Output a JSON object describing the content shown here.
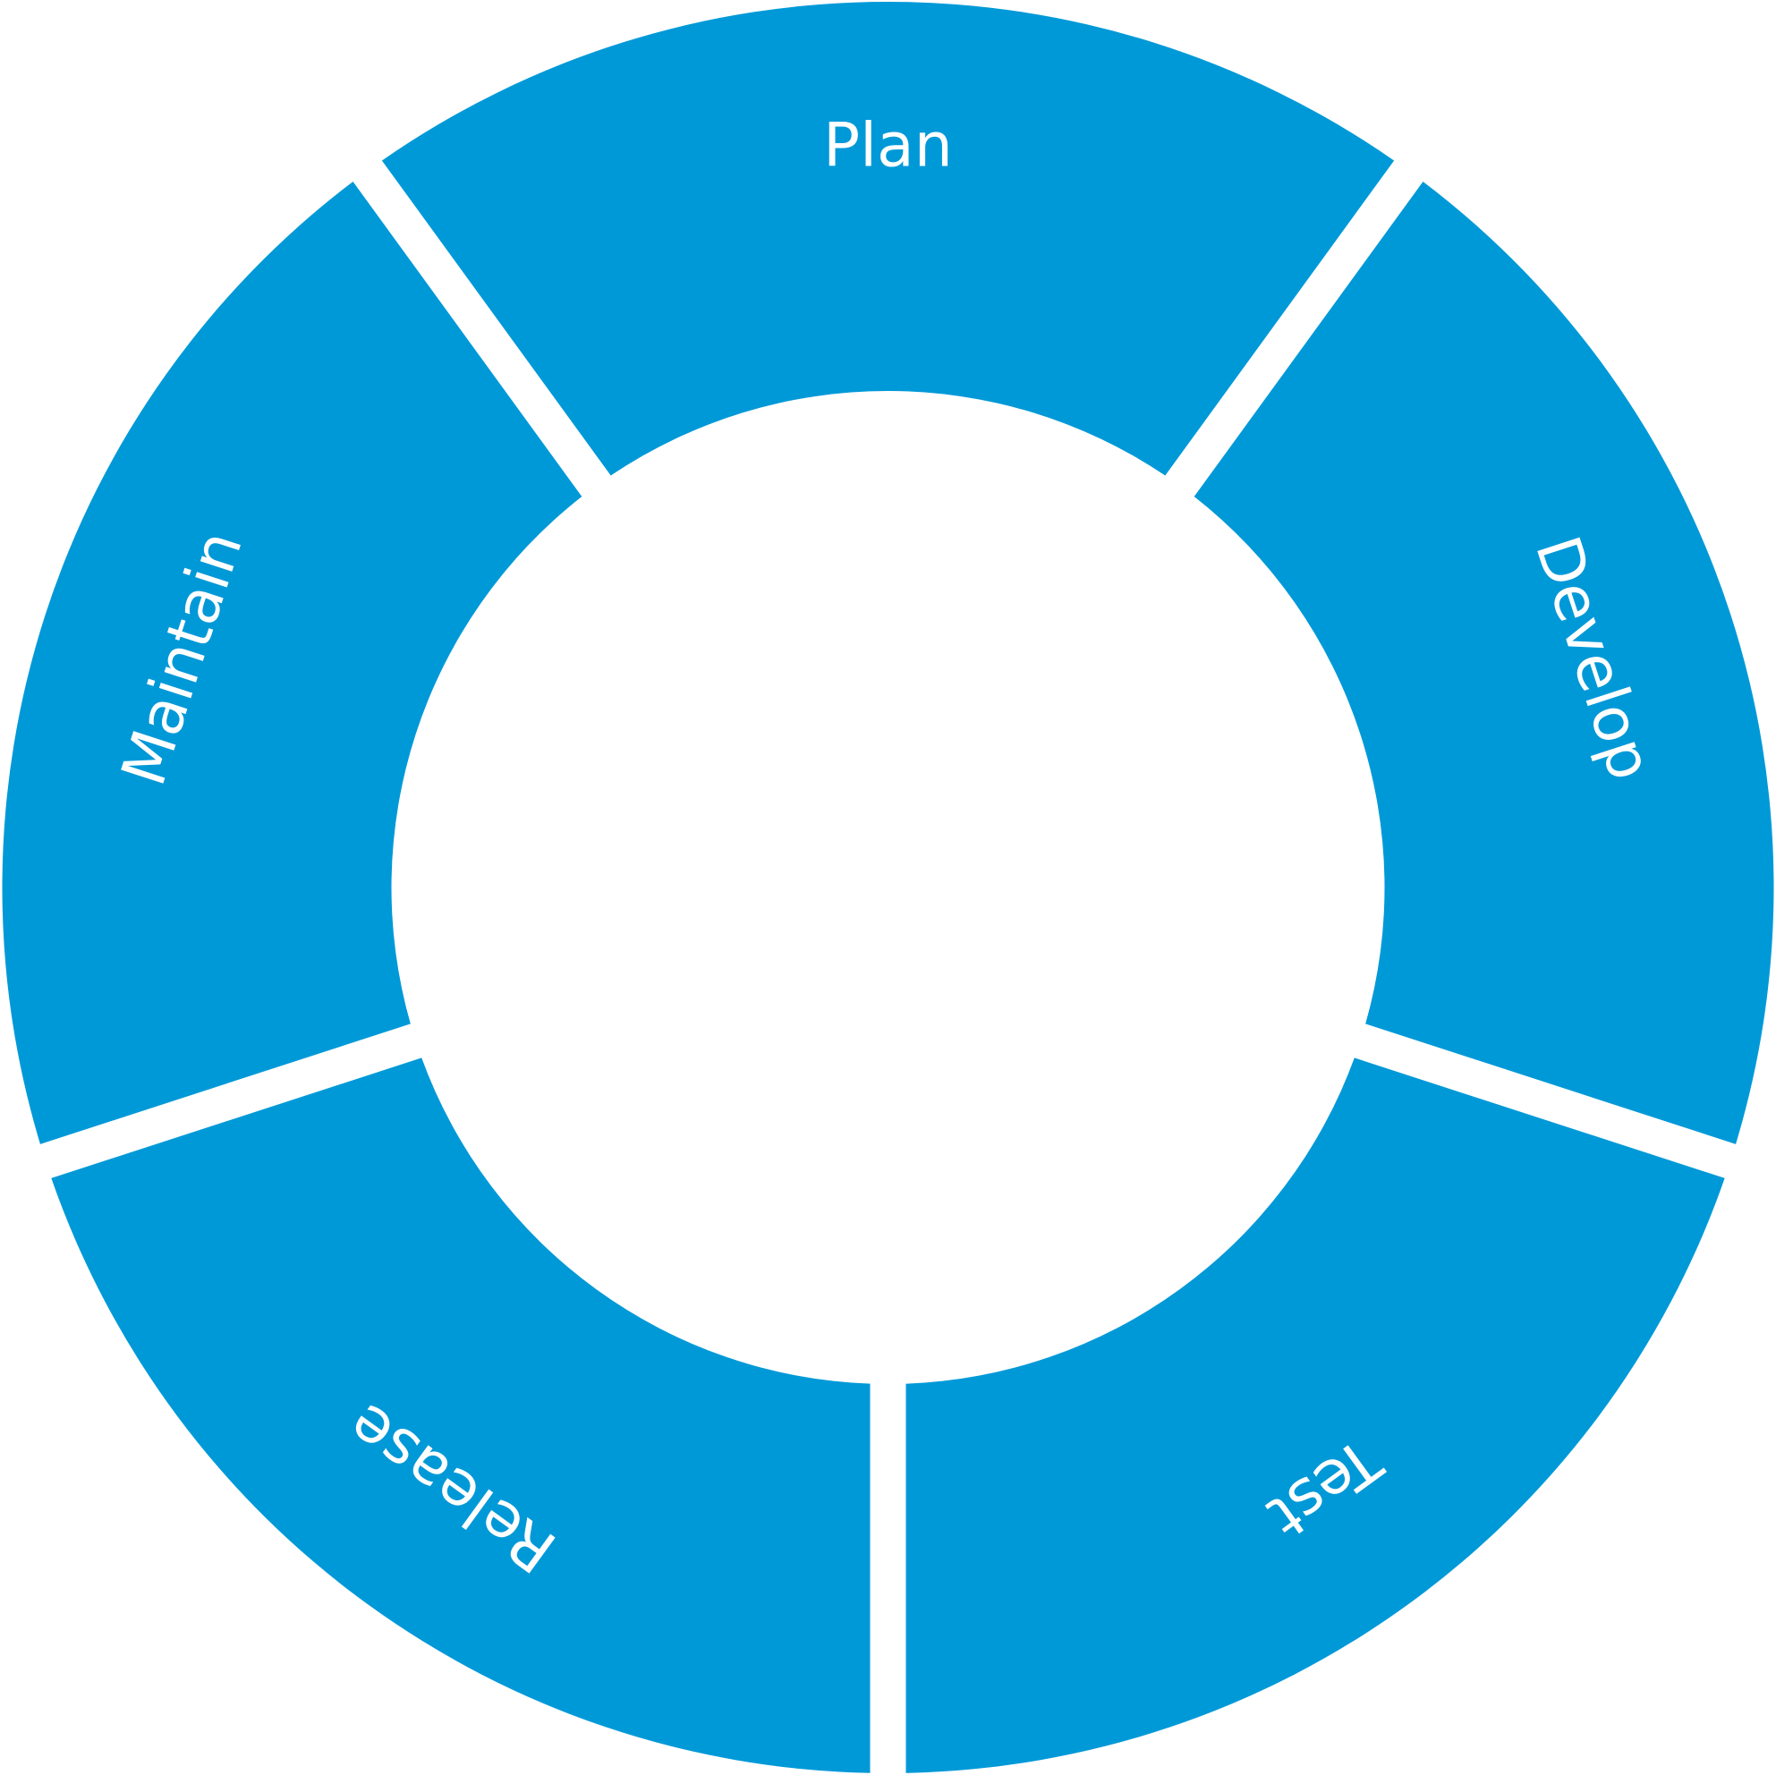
{
  "diagram": {
    "type": "cycle",
    "segment_color": "#0099d8",
    "label_color": "#ffffff",
    "background_color": "#ffffff",
    "segments": [
      {
        "label": "Plan"
      },
      {
        "label": "Develop"
      },
      {
        "label": "Test"
      },
      {
        "label": "Release"
      },
      {
        "label": "Maintain"
      }
    ]
  }
}
